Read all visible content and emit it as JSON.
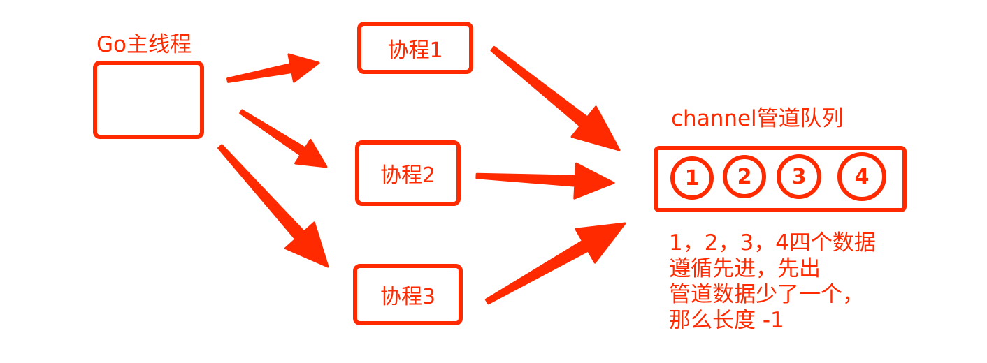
{
  "main_thread": {
    "label": "Go主线程"
  },
  "goroutines": [
    {
      "label": "协程1"
    },
    {
      "label": "协程2"
    },
    {
      "label": "协程3"
    }
  ],
  "channel": {
    "label": "channel管道队列",
    "items": [
      "1",
      "2",
      "3",
      "4"
    ]
  },
  "notes": [
    "1，2，3，4四个数据",
    "遵循先进，先出",
    "管道数据少了一个，",
    "那么长度 -1"
  ],
  "colors": {
    "accent": "#ff2a00"
  }
}
